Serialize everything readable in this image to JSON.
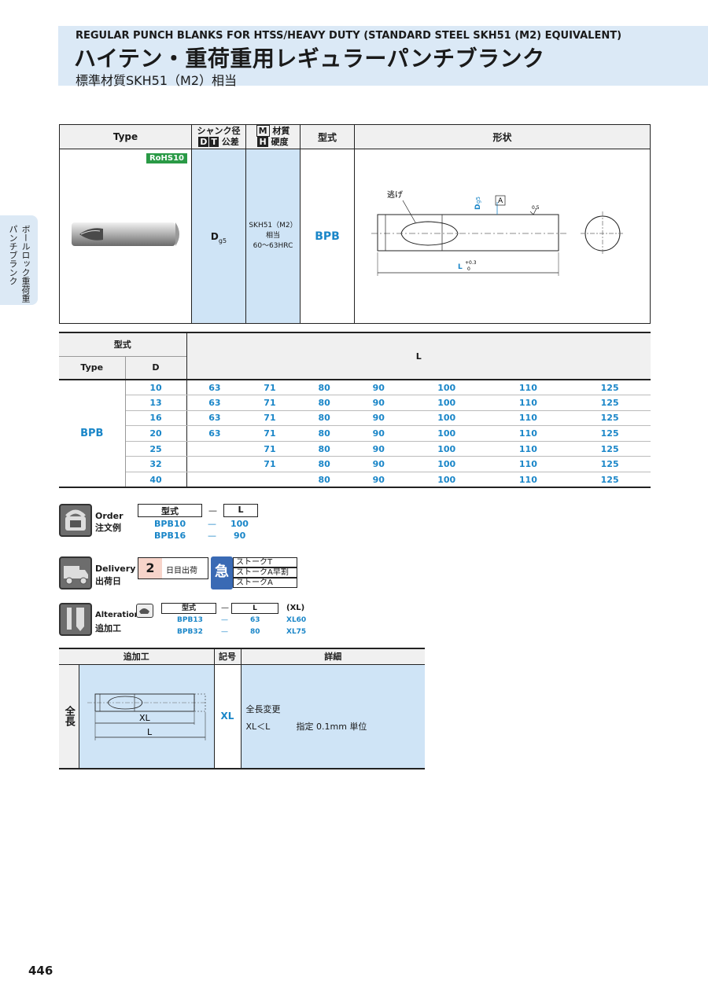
{
  "header": {
    "title_en": "REGULAR PUNCH BLANKS FOR HTSS/HEAVY DUTY (STANDARD STEEL SKH51 (M2) EQUIVALENT)",
    "title_jp": "ハイテン・重荷重用レギュラーパンチブランク",
    "subtitle": "標準材質SKH51（M2）相当"
  },
  "side_tab": {
    "line1": "ボールロック重荷重",
    "line2": "パンチブランク"
  },
  "spec_table": {
    "col_type": "Type",
    "col_shank_1": "シャンク径",
    "col_shank_2_icon": "D",
    "col_shank_2_icon2": "T",
    "col_shank_2": "公差",
    "col_mat_1_icon": "M",
    "col_mat_1": "材質",
    "col_mat_2_icon": "H",
    "col_mat_2": "硬度",
    "col_model": "型式",
    "col_shape": "形状",
    "rohs": "RoHS10",
    "shank_value": "D",
    "shank_sub": "g5",
    "material": "SKH51（M2）相当",
    "hardness": "60～63HRC",
    "model": "BPB",
    "drawing": {
      "label_relief": "逃げ",
      "label_d": "D",
      "label_d_sub": "g5",
      "label_a": "A",
      "label_roughness": "0.5",
      "label_l": "L",
      "label_l_tol_up": "+0.3",
      "label_l_tol_low": "0"
    }
  },
  "size_table": {
    "header_model": "型式",
    "header_type": "Type",
    "header_d": "D",
    "header_l": "L",
    "type": "BPB",
    "rows": [
      {
        "d": "10",
        "l": [
          "63",
          "71",
          "80",
          "90",
          "100",
          "110",
          "125"
        ]
      },
      {
        "d": "13",
        "l": [
          "63",
          "71",
          "80",
          "90",
          "100",
          "110",
          "125"
        ]
      },
      {
        "d": "16",
        "l": [
          "63",
          "71",
          "80",
          "90",
          "100",
          "110",
          "125"
        ]
      },
      {
        "d": "20",
        "l": [
          "63",
          "71",
          "80",
          "90",
          "100",
          "110",
          "125"
        ]
      },
      {
        "d": "25",
        "l": [
          "",
          "71",
          "80",
          "90",
          "100",
          "110",
          "125"
        ]
      },
      {
        "d": "32",
        "l": [
          "",
          "71",
          "80",
          "90",
          "100",
          "110",
          "125"
        ]
      },
      {
        "d": "40",
        "l": [
          "",
          "",
          "80",
          "90",
          "100",
          "110",
          "125"
        ]
      }
    ]
  },
  "order": {
    "label_en": "Order",
    "label_jp": "注文例",
    "col1": "型式",
    "dash": "—",
    "col2": "L",
    "ex1_model": "BPB10",
    "ex1_sep": "—",
    "ex1_l": "100",
    "ex2_model": "BPB16",
    "ex2_sep": "—",
    "ex2_l": "90"
  },
  "delivery": {
    "label_en": "Delivery",
    "label_jp": "出荷日",
    "days": "2",
    "days_text": "日目出荷",
    "express_icon": "急",
    "stock_t": "ストークT",
    "stock_a_fast": "ストークA早割",
    "stock_a": "ストークA"
  },
  "alterations": {
    "label_en": "Alterations",
    "label_jp": "追加工",
    "col1": "型式",
    "dash": "—",
    "col2": "L",
    "col3": "(XL)",
    "ex1_model": "BPB13",
    "ex1_sep": "—",
    "ex1_l": "63",
    "ex1_xl": "XL60",
    "ex2_model": "BPB32",
    "ex2_sep": "—",
    "ex2_l": "80",
    "ex2_xl": "XL75"
  },
  "alt_table": {
    "col_process": "追加工",
    "col_code": "記号",
    "col_detail": "詳細",
    "row_label": "全長",
    "code": "XL",
    "detail_title": "全長変更",
    "detail_cond": "XL＜L",
    "detail_unit": "指定 0.1mm 単位",
    "dim_xl": "XL",
    "dim_l": "L"
  },
  "page_number": "446",
  "colors": {
    "accent_blue": "#1a86c8",
    "header_bg": "#dbe9f6",
    "cell_blue": "#cfe4f6",
    "rohs_green": "#2a9a46"
  }
}
